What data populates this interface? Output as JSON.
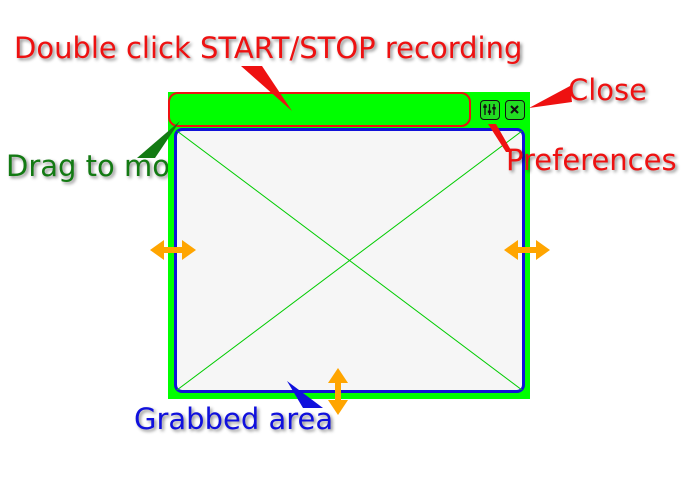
{
  "labels": {
    "start_stop": "Double click START/STOP recording",
    "close": "Close",
    "drag": "Drag to move",
    "preferences": "Preferences",
    "grabbed": "Grabbed area"
  },
  "icons": {
    "preferences": "sliders-icon",
    "close": "close-x-icon",
    "resize": "double-arrow-icon"
  },
  "colors": {
    "frame": "#00ff00",
    "titlebar_outline": "#ee1111",
    "grabbed_border": "#1212d8",
    "cross_lines": "#00cc00",
    "resize_arrows": "#ffa500",
    "red_text": "#ee1111",
    "green_text": "#137a13",
    "blue_text": "#1010dd"
  }
}
